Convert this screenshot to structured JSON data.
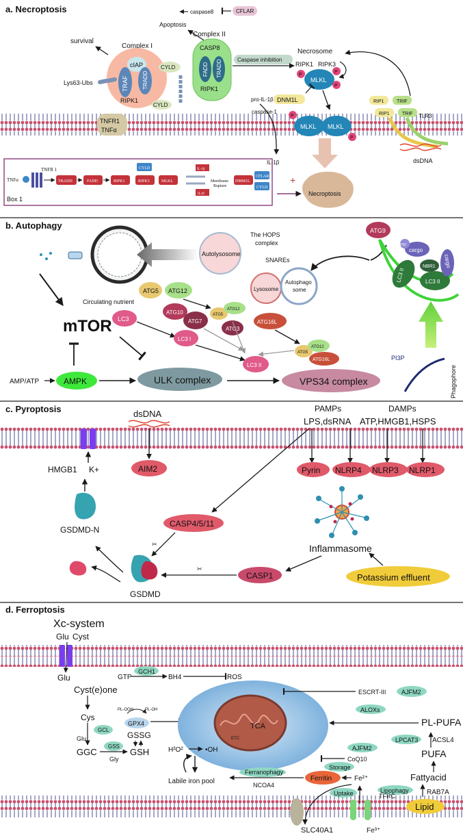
{
  "panels": {
    "a": {
      "title": "a. Necroptosis",
      "survival": "survival",
      "apoptosis": "Apoptosis",
      "caspase8": "caspase8",
      "cflar": "CFLAR",
      "complex1": "Complex I",
      "complex2": "Complex II",
      "ciap": "cIAP",
      "traf": "TRAF",
      "tradd": "TRADD",
      "ripk1": "RIPK1",
      "lys63": "Lys63-Ubs",
      "cyld": "CYLD",
      "casp8": "CASP8",
      "fadd": "FADD",
      "caspase_inhibition": "Caspase inhibition",
      "necrosome": "Necrosome",
      "ripk3": "RIPK3",
      "mlkl": "MLKL",
      "p": "P",
      "pro_il1b": "pro-IL-1β",
      "dnm1l": "DNM1L",
      "caspase1": "caspase-1",
      "il1b": "IL-1β",
      "tnfr1": "TNFR1",
      "tnfa": "TNFα",
      "rip1": "RIP1",
      "trif": "TRIF",
      "tlr3": "TLR3",
      "dsdna": "dsDNA",
      "necroptosis": "Necroptosis",
      "box": {
        "label": "Box 1",
        "tnfa": "TNFα",
        "tnfr1": "TNFR 1",
        "tradd": "TRADD",
        "fadd": "FADD",
        "ripk1": "RIPK1",
        "ripk3": "RIPK3",
        "mlkl": "MLKL",
        "cyld": "CYLD",
        "il1b": "IL-1β",
        "il18": "IL18",
        "membrane": "Membrane",
        "rupture": "Rupture",
        "dnm1l": "DMM1L",
        "cflar": "CFLAR",
        "cyld2": "CYLD",
        "plus": "+"
      }
    },
    "b": {
      "title": "b. Autophagy",
      "autolysosome": "Autolysosome",
      "hops": "The HOPS",
      "hops2": "complex",
      "snares": "SNAREs",
      "lysosome": "Lysosome",
      "autophago1": "Autophago",
      "autophago2": "some",
      "atg9": "ATG9",
      "lc3ii": "LC3 II",
      "p62": "P62",
      "cargo": "cargo",
      "nbr1": "NBR1",
      "circulating": "Circulating nutrient",
      "atg5": "ATG5",
      "atg12": "ATG12",
      "atg10": "ATG10",
      "atg7": "ATG7",
      "atg3": "ATG3",
      "atg16l": "ATG16L",
      "lc3": "LC3",
      "lc3i": "LC3 I",
      "mtor": "mTOR",
      "amp_atp": "AMP/ATP",
      "ampk": "AMPK",
      "ulk": "ULK complex",
      "vps34": "VPS34 complex",
      "pi3p": "PI3P",
      "phagophore": "Phagophore"
    },
    "c": {
      "title": "c. Pyroptosis",
      "dsdna": "dsDNA",
      "aim2": "AIM2",
      "pamps": "PAMPs",
      "pamps_list": "LPS,dsRNA",
      "damps": "DAMPs",
      "damps_list": "ATP,HMGB1,HSPS",
      "pyrin": "Pyrin",
      "nlrp4": "NLRP4",
      "nlrp3": "NLRP3",
      "nlrp1": "NLRP1",
      "hmgb1": "HMGB1",
      "kplus": "K+",
      "gsdmdn": "GSDMD-N",
      "casp4511": "CASP4/5/11",
      "inflammasome": "Inflammasome",
      "casp1": "CASP1",
      "potassium": "Potassium effluent",
      "gsdmd": "GSDMD"
    },
    "d": {
      "title": "d. Ferroptosis",
      "xc": "Xc-system",
      "glu": "Glu",
      "cyst": "Cyst",
      "cysteone": "Cyst(e)one",
      "gtp": "GTP",
      "gch1": "GCH1",
      "bh4": "BH4",
      "ros": "ROS",
      "escrt": "ESCRT-III",
      "ajfm2": "AJFM2",
      "aloxs": "ALOXs",
      "plpufa": "PL-PUFA",
      "lpcat3": "LPCAT3",
      "acsl4": "ACSL4",
      "pufa": "PUFA",
      "fattyacid": "Fattyacid",
      "lipophagy": "Lipophagy",
      "rab7a": "RAB7A",
      "lipid": "Lipid",
      "coq10": "CoQ10",
      "tca": "TCA",
      "etc": "ETC",
      "cys": "Cys",
      "plooh": "PL-OOH",
      "ploh": "PL-OH",
      "gpx4": "GPX4",
      "gssg": "GSSG",
      "gcl": "GCL",
      "ggc": "GGC",
      "gss": "GSS",
      "gsh": "GSH",
      "gly": "Gly",
      "h2o2": "H²O²",
      "oh": "•OH",
      "labile": "Labile iron pool",
      "ferranophagy": "Ferranophagy",
      "ncoa4": "NCOA4",
      "ferritin": "Ferritin",
      "storage": "Storage",
      "fe2": "Fe²⁺",
      "uptake": "Uptake",
      "tfrc": "TFRC",
      "slc40a1": "SLC40A1",
      "fe3": "Fe³⁺"
    }
  },
  "colors": {
    "membrane_head": "#c8506e",
    "membrane_tail": "#4a4f8c",
    "red_node": "#e05a6a",
    "teal_node": "#8fd7c2",
    "green_node": "#8edb72",
    "blue_node": "#2f74b5",
    "yellow_node": "#f1cc3a",
    "pink_node": "#e58aa6",
    "gray_node": "#c9cfd1",
    "purple_channel": "#7a3df0",
    "divider": "#222222"
  }
}
